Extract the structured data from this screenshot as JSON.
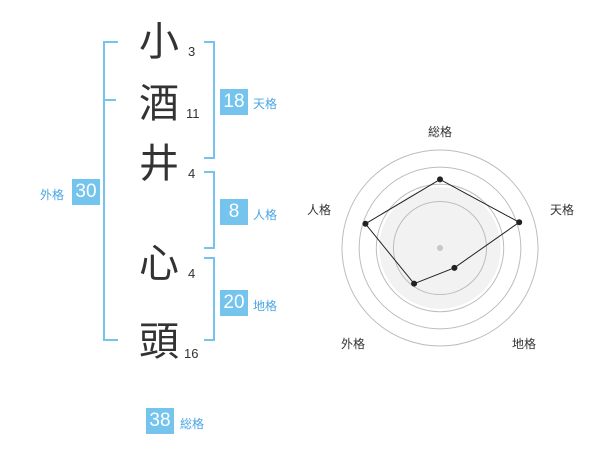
{
  "name": {
    "chars": [
      {
        "char": "小",
        "strokes": "3"
      },
      {
        "char": "酒",
        "strokes": "11"
      },
      {
        "char": "井",
        "strokes": "4"
      },
      {
        "char": "心",
        "strokes": "4"
      },
      {
        "char": "頭",
        "strokes": "16"
      }
    ]
  },
  "kakusu": {
    "tenkaku": {
      "value": "18",
      "label": "天格"
    },
    "jinkaku": {
      "value": "8",
      "label": "人格"
    },
    "chikaku": {
      "value": "20",
      "label": "地格"
    },
    "gaikaku": {
      "value": "30",
      "label": "外格"
    },
    "soukaku": {
      "value": "38",
      "label": "総格"
    }
  },
  "colors": {
    "accent": "#74c4ee",
    "bracket": "#74c4ee",
    "label_text": "#4aa6e3"
  },
  "chart_data": {
    "type": "radar",
    "axes": [
      "総格",
      "天格",
      "地格",
      "外格",
      "人格"
    ],
    "values": [
      0.7,
      0.85,
      0.25,
      0.45,
      0.8
    ],
    "rings": 4,
    "range": [
      0,
      1
    ]
  }
}
